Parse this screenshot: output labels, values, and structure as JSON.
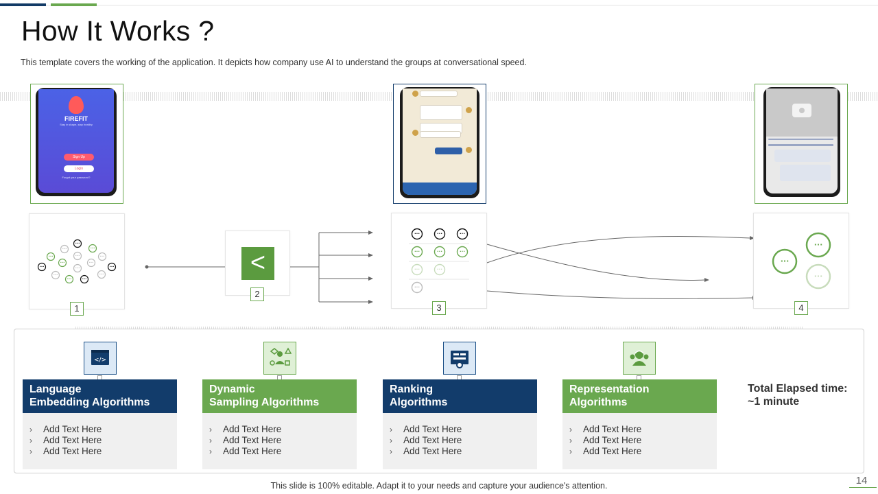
{
  "slide": {
    "title": "How It Works ?",
    "subtitle": "This template covers the working of the application. It depicts how company use AI to understand the groups at conversational  speed.",
    "footer": "This slide is 100% editable. Adapt it to your needs and capture your audience's attention.",
    "page_number": "14",
    "colors": {
      "navy": "#123c6b",
      "green": "#6aa84f",
      "border": "#cfcfcf"
    }
  },
  "phones": [
    {
      "app_name": "FIREFIT",
      "tagline": "Stay in shape, stay healthy",
      "signup_label": "Sign Up",
      "login_label": "Login",
      "forgot_label": "Forgot your password?"
    },
    {
      "screen": "chat-icon"
    },
    {
      "screen": "social-feed-icon"
    }
  ],
  "steps": [
    {
      "number": "1"
    },
    {
      "number": "2",
      "symbol": "<"
    },
    {
      "number": "3"
    },
    {
      "number": "4"
    }
  ],
  "algorithms": [
    {
      "title_line1": "Language",
      "title_line2": "Embedding Algorithms",
      "icon": "code-window-icon",
      "color": "navy",
      "items": [
        "Add Text Here",
        "Add Text Here",
        "Add Text Here"
      ]
    },
    {
      "title_line1": "Dynamic",
      "title_line2": "Sampling Algorithms",
      "icon": "sampling-shapes-icon",
      "color": "green",
      "items": [
        "Add Text Here",
        "Add Text Here",
        "Add Text Here"
      ]
    },
    {
      "title_line1": "Ranking",
      "title_line2": "Algorithms",
      "icon": "ranking-dashboard-icon",
      "color": "navy",
      "items": [
        "Add Text Here",
        "Add Text Here",
        "Add Text Here"
      ]
    },
    {
      "title_line1": "Representation",
      "title_line2": "Algorithms",
      "icon": "group-representation-icon",
      "color": "green",
      "items": [
        "Add Text Here",
        "Add Text Here",
        "Add Text Here"
      ]
    }
  ],
  "elapsed": {
    "line1": "Total Elapsed time:",
    "line2": "~1 minute"
  }
}
